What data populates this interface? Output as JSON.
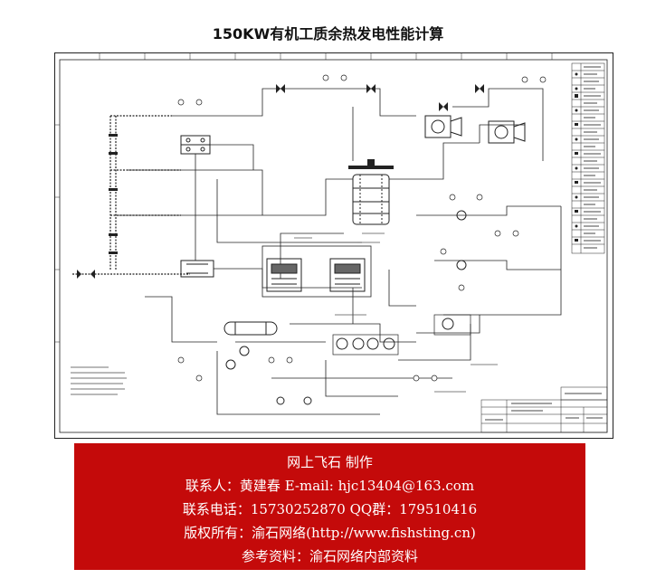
{
  "page": {
    "title": "150KW有机工质余热发电性能计算"
  },
  "banner": {
    "line1": "网上飞石 制作",
    "line2": "联系人：黄建春 E-mail: hjc13404@163.com",
    "line3": "联系电话：15730252870 QQ群：179510416",
    "line4": "版权所有：渝石网络(http://www.fishsting.cn)",
    "line5": "参考资料：渝石网络内部资料"
  },
  "colors": {
    "banner_bg": "#c40a0a",
    "banner_text": "#ffffff",
    "line": "#222222"
  }
}
